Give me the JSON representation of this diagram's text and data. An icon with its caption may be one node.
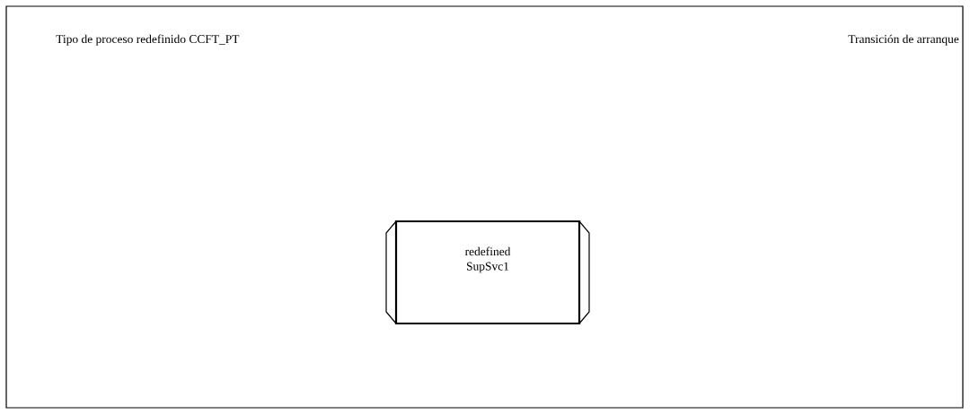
{
  "diagram": {
    "nodes": [
      {
        "text": [
          "Tipo de proceso redefinido CCFT_PT",
          "Transición de arranque"
        ]
      },
      {
        "text": [
          "redefined SupSvc1"
        ],
        "in": 0
      }
    ]
  }
}
